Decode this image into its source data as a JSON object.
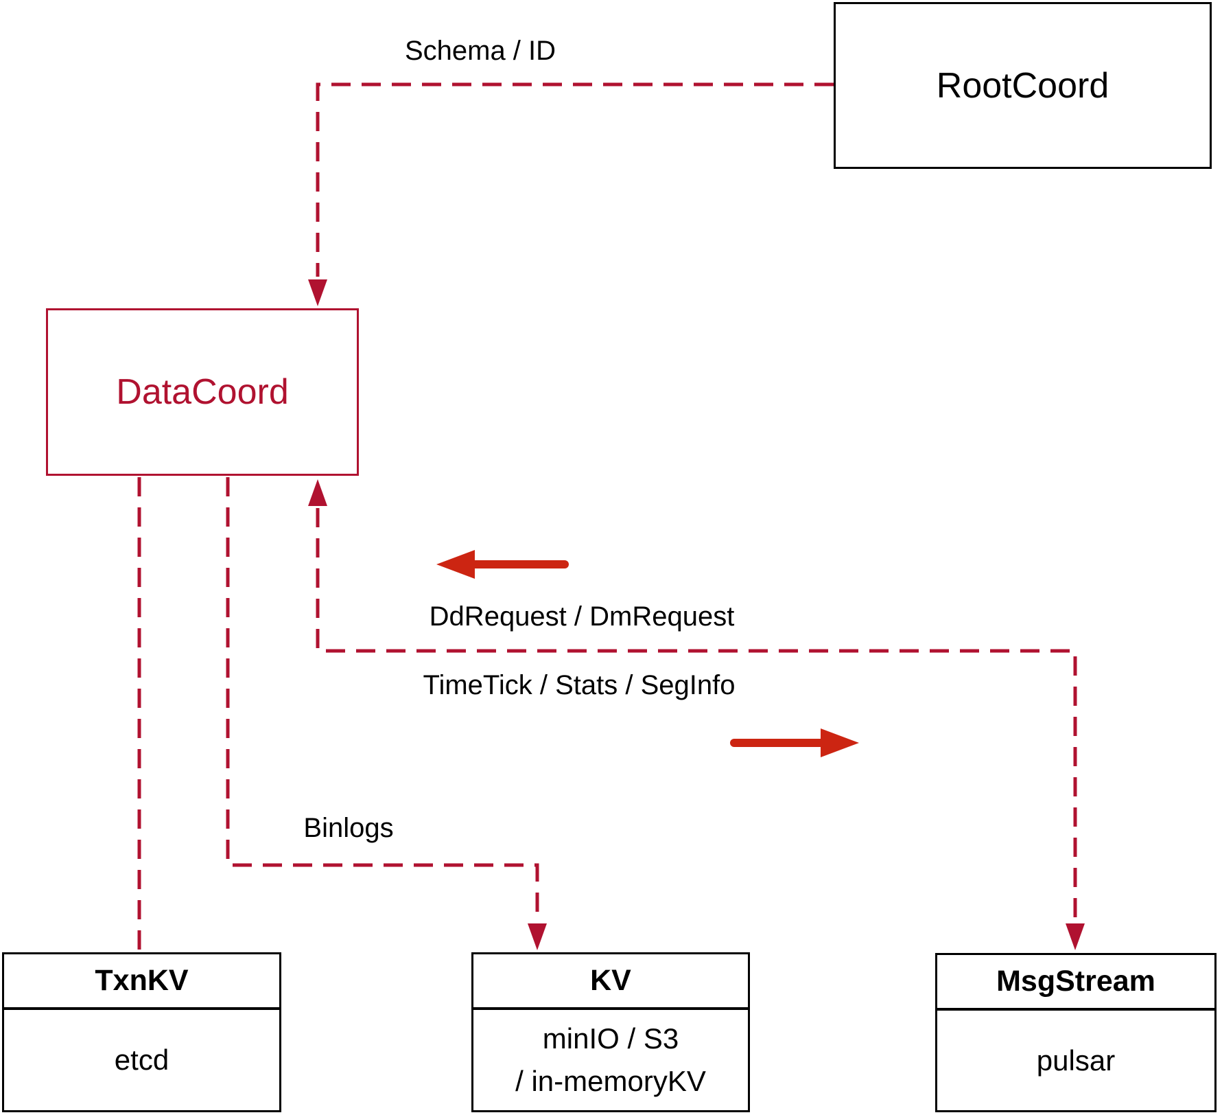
{
  "diagram": {
    "nodes": {
      "root_coord": {
        "label": "RootCoord"
      },
      "data_coord": {
        "label": "DataCoord"
      },
      "txn_kv": {
        "title": "TxnKV",
        "body": [
          "etcd"
        ]
      },
      "kv": {
        "title": "KV",
        "body": [
          "minIO / S3",
          "/ in-memoryKV"
        ]
      },
      "msg_stream": {
        "title": "MsgStream",
        "body": [
          "pulsar"
        ]
      }
    },
    "edges": {
      "schema_id": {
        "label": "Schema / ID"
      },
      "dd_request": {
        "label": "DdRequest / DmRequest"
      },
      "time_tick": {
        "label": "TimeTick / Stats / SegInfo"
      },
      "binlogs": {
        "label": "Binlogs"
      }
    },
    "colors": {
      "dashed_line": "#b01230",
      "solid_arrow": "#cc2512",
      "node_border": "#000000",
      "text": "#000000"
    }
  }
}
